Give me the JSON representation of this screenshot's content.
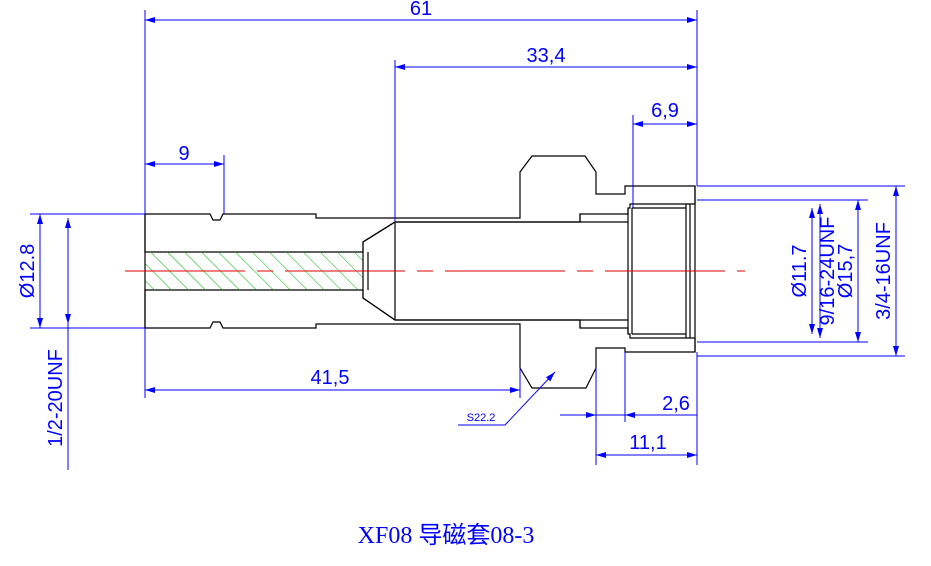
{
  "caption": "XF08 导磁套08-3",
  "dimensions": {
    "overall_length": "61",
    "bore_length": "33,4",
    "left_groove": "9",
    "right_counterbore": "6,9",
    "shoulder_length": "41,5",
    "sr_radius": "S22.2",
    "relief_width": "2,6",
    "nut_length": "11,1",
    "left_diameter": "Ø12.8",
    "left_thread": "1/2-20UNF",
    "inner_diameter": "Ø11.7",
    "inner_thread": "9/16-24UNF",
    "outer_diameter": "Ø15,7",
    "outer_thread": "3/4-16UNF"
  },
  "colors": {
    "dimension": "#0000ff",
    "outline": "#000000",
    "hatch": "#00b400",
    "centerline": "#e00000"
  }
}
